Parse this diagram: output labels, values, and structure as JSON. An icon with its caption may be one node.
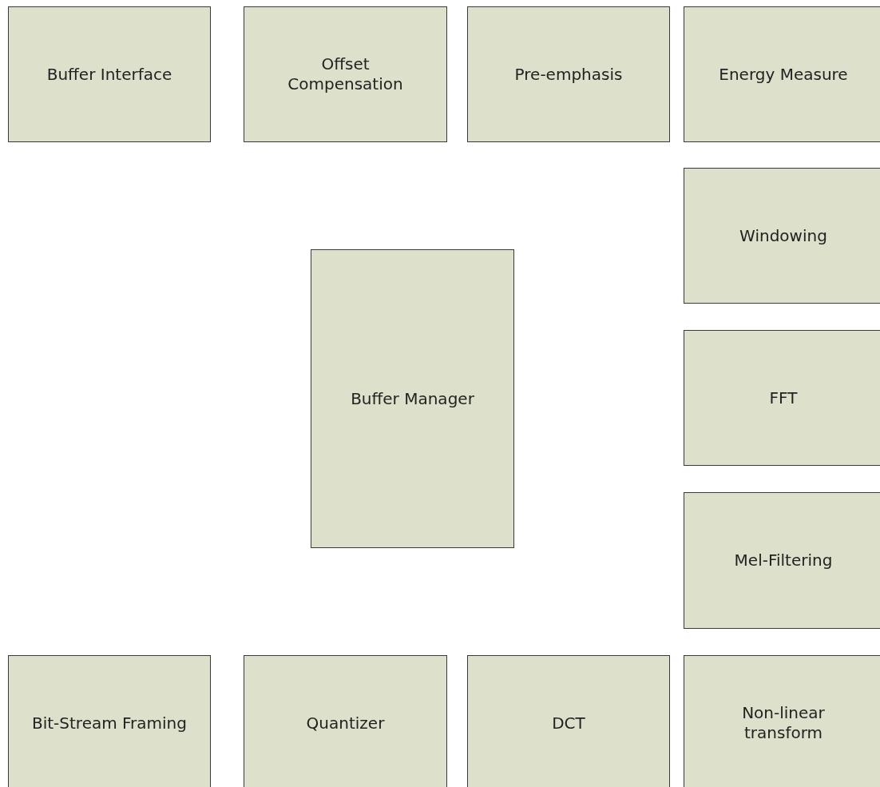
{
  "diagram": {
    "nodes": [
      {
        "text": [
          "Buffer Interface"
        ]
      },
      {
        "text": [
          "Offset Compensation"
        ]
      },
      {
        "text": [
          "Pre-emphasis"
        ]
      },
      {
        "text": [
          "Energy Measure"
        ]
      },
      {
        "text": [
          "Windowing"
        ]
      },
      {
        "text": [
          "FFT"
        ]
      },
      {
        "text": [
          "Mel-Filtering"
        ]
      },
      {
        "text": [
          "Buffer Manager"
        ]
      },
      {
        "text": [
          "Bit-Stream Framing"
        ]
      },
      {
        "text": [
          "Quantizer"
        ]
      },
      {
        "text": [
          "DCT"
        ]
      },
      {
        "text": [
          "Non-linear transform"
        ]
      }
    ],
    "edges": []
  }
}
